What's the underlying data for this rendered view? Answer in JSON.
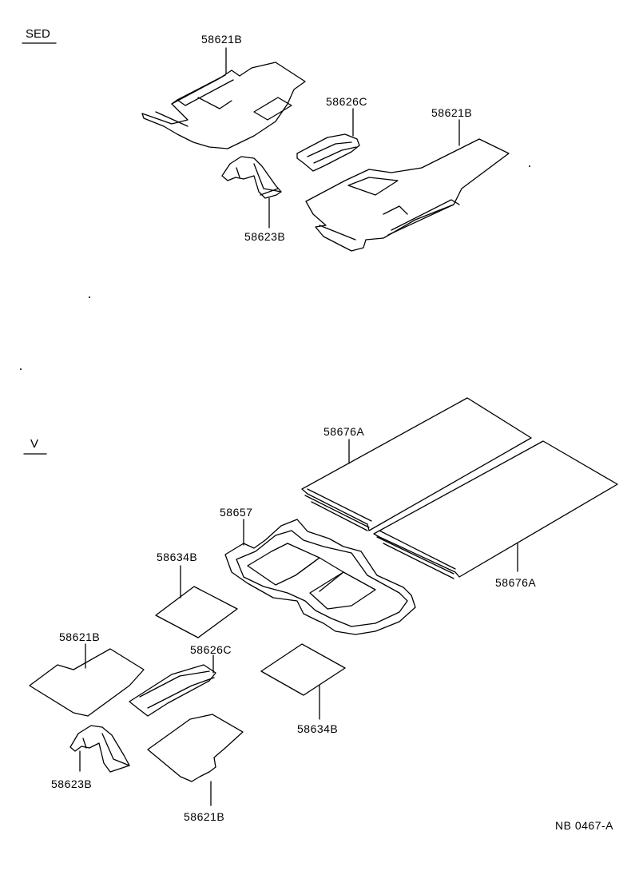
{
  "sections": {
    "sedan": {
      "label": "SED"
    },
    "van": {
      "label": "V"
    }
  },
  "parts": {
    "sed_58621B_front": "58621B",
    "sed_58626C": "58626C",
    "sed_58621B_rear": "58621B",
    "sed_58623B": "58623B",
    "v_58676A_top": "58676A",
    "v_58657": "58657",
    "v_58634B_left": "58634B",
    "v_58676A_right": "58676A",
    "v_58621B_left": "58621B",
    "v_58626C": "58626C",
    "v_58634B_right": "58634B",
    "v_58623B": "58623B",
    "v_58621B_bottom": "58621B"
  },
  "footer": {
    "code": "NB 0467-A"
  }
}
